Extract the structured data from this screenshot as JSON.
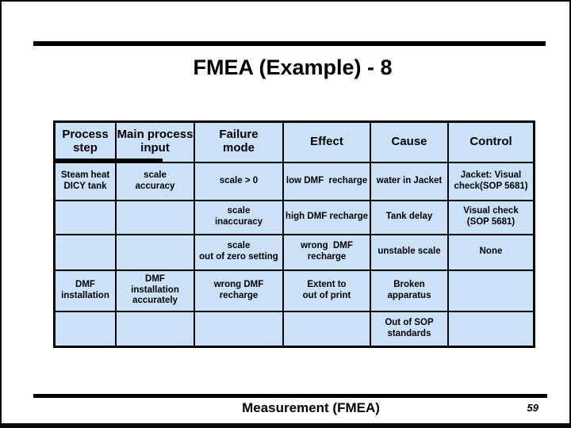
{
  "slide": {
    "title": "FMEA (Example) - 8",
    "footer": {
      "label": "Measurement (FMEA)",
      "page_number": "59"
    }
  },
  "table": {
    "headers": [
      "Process\nstep",
      "Main process\ninput",
      "Failure\nmode",
      "Effect",
      "Cause",
      "Control"
    ],
    "rows": [
      [
        "Steam heat\nDICY tank",
        "scale\naccuracy",
        "scale > 0",
        "low DMF  recharge",
        "water in Jacket",
        "Jacket: Visual\ncheck(SOP 5681)"
      ],
      [
        "",
        "",
        "scale\ninaccuracy",
        "high DMF recharge",
        "Tank delay",
        "Visual check\n(SOP 5681)"
      ],
      [
        "",
        "",
        "scale\nout of zero setting",
        "wrong  DMF\nrecharge",
        "unstable scale",
        "None"
      ],
      [
        "DMF\ninstallation",
        "DMF\ninstallation\naccurately",
        "wrong DMF\nrecharge",
        "Extent to\nout of print",
        "Broken\napparatus",
        ""
      ],
      [
        "",
        "",
        "",
        "",
        "Out of SOP\nstandards",
        ""
      ]
    ]
  },
  "colors": {
    "cell_bg": "#cbe1f8",
    "border": "#000000",
    "slide_bg": "#ffffff"
  }
}
